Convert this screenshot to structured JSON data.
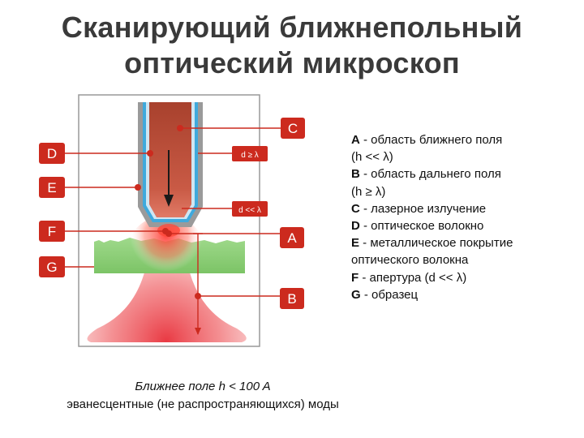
{
  "title": {
    "line1": "Сканирующий ближнепольный",
    "line2": "оптический микроскоп"
  },
  "labels": {
    "A": "A",
    "B": "B",
    "C": "C",
    "D": "D",
    "E": "E",
    "F": "F",
    "G": "G",
    "d_ge": "d ≥ λ",
    "d_ll": "d << λ"
  },
  "legend": [
    {
      "key": "A",
      "text": " - область ближнего поля"
    },
    {
      "key": "",
      "text": "(h << λ)"
    },
    {
      "key": "B",
      "text": " - область дальнего поля"
    },
    {
      "key": "",
      "text": "(h ≥ λ)"
    },
    {
      "key": "C",
      "text": " - лазерное излучение"
    },
    {
      "key": "D",
      "text": " - оптическое волокно"
    },
    {
      "key": "E",
      "text": " - металлическое покрытие"
    },
    {
      "key": "",
      "text": "оптического волокна"
    },
    {
      "key": "F",
      "text": " - апертура (d << λ)"
    },
    {
      "key": "G",
      "text": " - образец"
    }
  ],
  "caption": {
    "line1": "Ближнее поле h < 100 A",
    "line2": "эванесцентные (не распространяющихся) моды"
  },
  "colors": {
    "title": "#3a3a3a",
    "marker": "#cc2a1e",
    "box_gray": "#999999",
    "fiber_blue": "#3fa9dc",
    "laser_red": "#b8402a",
    "sample_green": "#86cc6e"
  }
}
